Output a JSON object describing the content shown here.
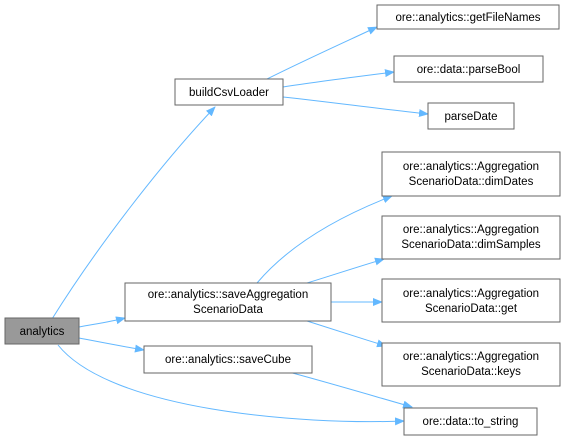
{
  "colors": {
    "edge": "#63b8ff",
    "node_border": "#666666",
    "node_fill": "#ffffff",
    "root_fill": "#999999",
    "root_border": "#666666"
  },
  "nodes": {
    "analytics": {
      "lines": [
        "analytics"
      ],
      "root": true
    },
    "buildCsvLoader": {
      "lines": [
        "buildCsvLoader"
      ]
    },
    "getFileNames": {
      "lines": [
        "ore::analytics::getFileNames"
      ]
    },
    "parseBool": {
      "lines": [
        "ore::data::parseBool"
      ]
    },
    "parseDate": {
      "lines": [
        "parseDate"
      ]
    },
    "saveAggregationScenarioData": {
      "lines": [
        "ore::analytics::saveAggregation",
        "ScenarioData"
      ]
    },
    "dimDates": {
      "lines": [
        "ore::analytics::Aggregation",
        "ScenarioData::dimDates"
      ]
    },
    "dimSamples": {
      "lines": [
        "ore::analytics::Aggregation",
        "ScenarioData::dimSamples"
      ]
    },
    "get": {
      "lines": [
        "ore::analytics::Aggregation",
        "ScenarioData::get"
      ]
    },
    "keys": {
      "lines": [
        "ore::analytics::Aggregation",
        "ScenarioData::keys"
      ]
    },
    "saveCube": {
      "lines": [
        "ore::analytics::saveCube"
      ]
    },
    "to_string": {
      "lines": [
        "ore::data::to_string"
      ]
    }
  },
  "edges": [
    [
      "analytics",
      "buildCsvLoader"
    ],
    [
      "analytics",
      "saveAggregationScenarioData"
    ],
    [
      "analytics",
      "saveCube"
    ],
    [
      "analytics",
      "to_string"
    ],
    [
      "buildCsvLoader",
      "getFileNames"
    ],
    [
      "buildCsvLoader",
      "parseBool"
    ],
    [
      "buildCsvLoader",
      "parseDate"
    ],
    [
      "saveAggregationScenarioData",
      "dimDates"
    ],
    [
      "saveAggregationScenarioData",
      "dimSamples"
    ],
    [
      "saveAggregationScenarioData",
      "get"
    ],
    [
      "saveAggregationScenarioData",
      "keys"
    ],
    [
      "saveCube",
      "to_string"
    ]
  ]
}
